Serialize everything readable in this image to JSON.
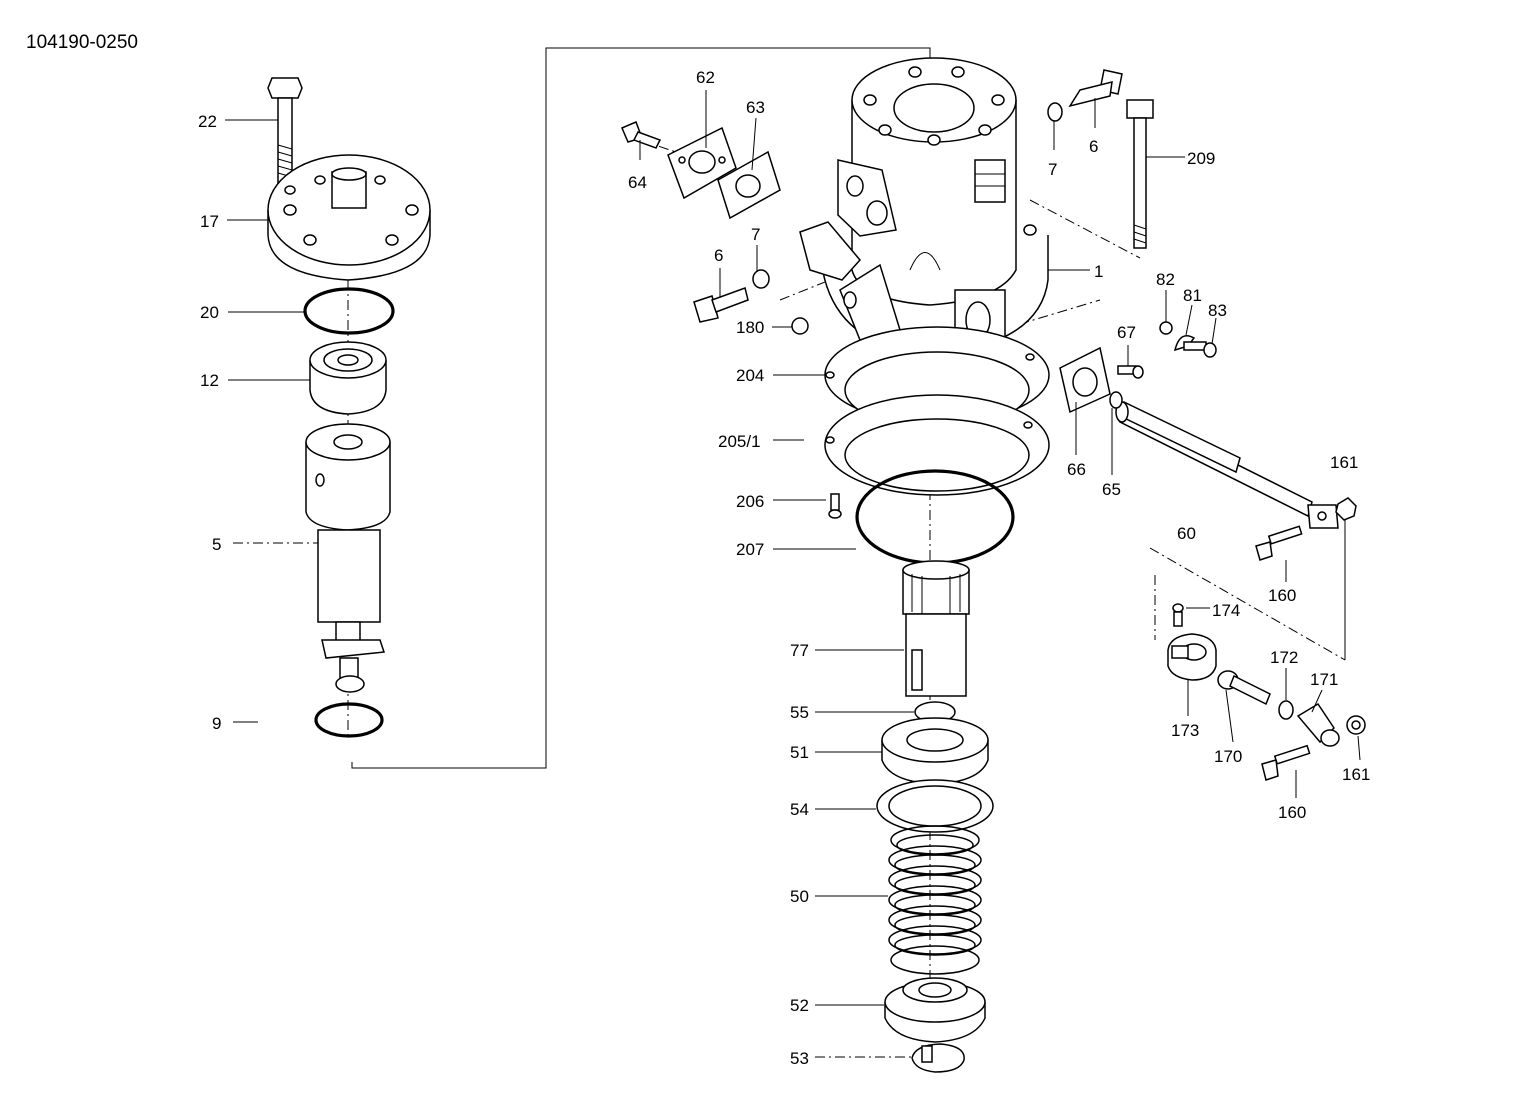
{
  "drawing_number": "104190-0250",
  "callouts": [
    "22",
    "17",
    "20",
    "12",
    "5",
    "9",
    "62",
    "63",
    "64",
    "7",
    "6",
    "180",
    "1",
    "209",
    "82",
    "81",
    "83",
    "67",
    "204",
    "205/1",
    "66",
    "65",
    "206",
    "207",
    "161",
    "60",
    "160",
    "174",
    "172",
    "171",
    "77",
    "55",
    "51",
    "54",
    "50",
    "52",
    "53",
    "173",
    "170",
    "161",
    "160"
  ]
}
